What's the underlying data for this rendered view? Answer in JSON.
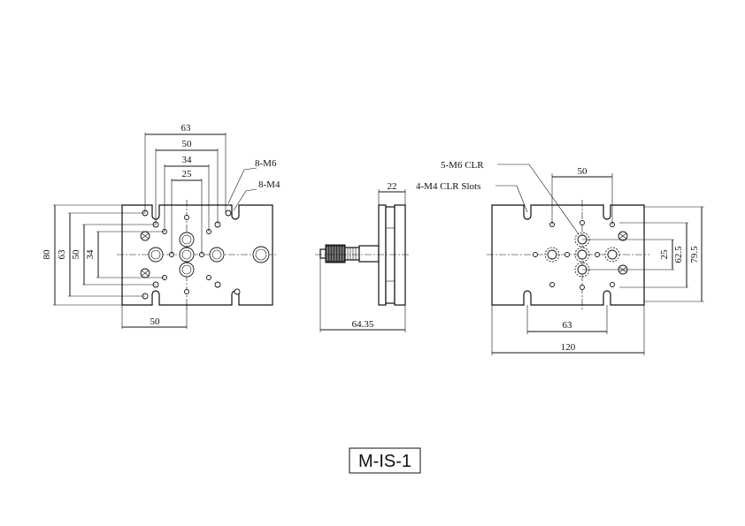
{
  "drawing": {
    "top_view": {
      "dim_63_top": "63",
      "dim_50_top": "50",
      "dim_34_top": "34",
      "dim_25_top": "25",
      "dim_80_left": "80",
      "dim_63_left": "63",
      "dim_50_left": "50",
      "dim_34_left": "34",
      "dim_50_bottom": "50",
      "callout_m6": "8-M6",
      "callout_m4": "8-M4"
    },
    "side_view": {
      "dim_22": "22",
      "dim_64_35": "64.35"
    },
    "bottom_view": {
      "callout_m6_clr": "5-M6 CLR",
      "callout_m4_slots": "4-M4 CLR Slots",
      "dim_50_top": "50",
      "dim_25_right": "25",
      "dim_62_5_right": "62.5",
      "dim_79_5_right": "79.5",
      "dim_63_bottom": "63",
      "dim_120_bottom": "120"
    },
    "model_label": "M-IS-1"
  }
}
